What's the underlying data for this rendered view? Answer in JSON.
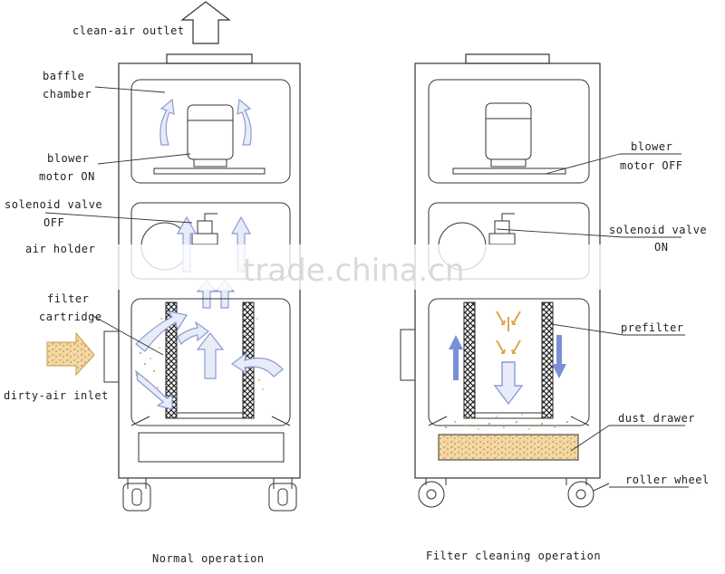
{
  "labels": {
    "clean_air_outlet": "clean-air outlet",
    "baffle_line1": "baffle",
    "baffle_line2": "chamber",
    "blower_left_line1": "blower",
    "blower_left_line2": "motor ON",
    "solenoid_left_line1": "solenoid valve",
    "solenoid_left_line2": "OFF",
    "air_holder": "air holder",
    "filter_line1": "filter",
    "filter_line2": "cartridge",
    "dirty_air_inlet": "dirty-air inlet",
    "blower_right_line1": "blower",
    "blower_right_line2": "motor OFF",
    "solenoid_right_line1": "solenoid valve",
    "solenoid_right_line2": "ON",
    "prefilter": "prefilter",
    "dust_drawer": "dust drawer",
    "roller_wheel": "roller wheel"
  },
  "captions": {
    "left": "Normal operation",
    "right": "Filter cleaning operation"
  },
  "watermark": "trade.china.cn",
  "colors": {
    "airflow": "#8a9bd4",
    "dust": "#e0a64a",
    "cartridge": "#333333"
  }
}
